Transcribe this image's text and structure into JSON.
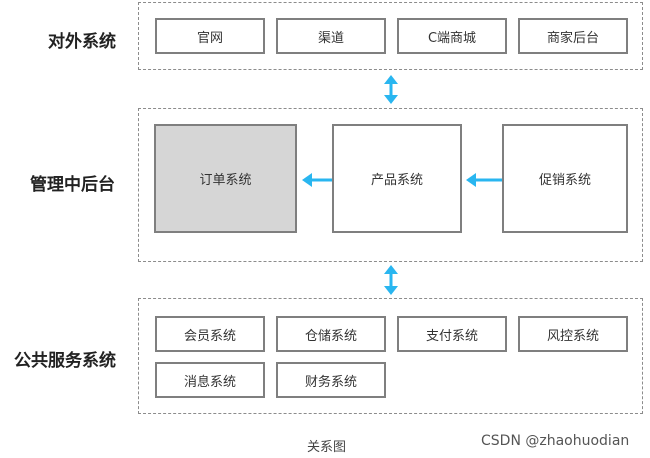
{
  "layers": {
    "external": {
      "label": "对外系统",
      "boxes": [
        "官网",
        "渠道",
        "C端商城",
        "商家后台"
      ]
    },
    "middle": {
      "label": "管理中后台",
      "boxes": {
        "order": "订单系统",
        "product": "产品系统",
        "promotion": "促销系统"
      }
    },
    "public": {
      "label": "公共服务系统",
      "boxes": [
        "会员系统",
        "仓储系统",
        "支付系统",
        "风控系统",
        "消息系统",
        "财务系统"
      ]
    }
  },
  "caption": "关系图",
  "watermark": "CSDN @zhaohuodian",
  "colors": {
    "arrow": "#29b6f0",
    "box_border": "#7f7f7f",
    "highlight_fill": "#d6d6d6"
  }
}
